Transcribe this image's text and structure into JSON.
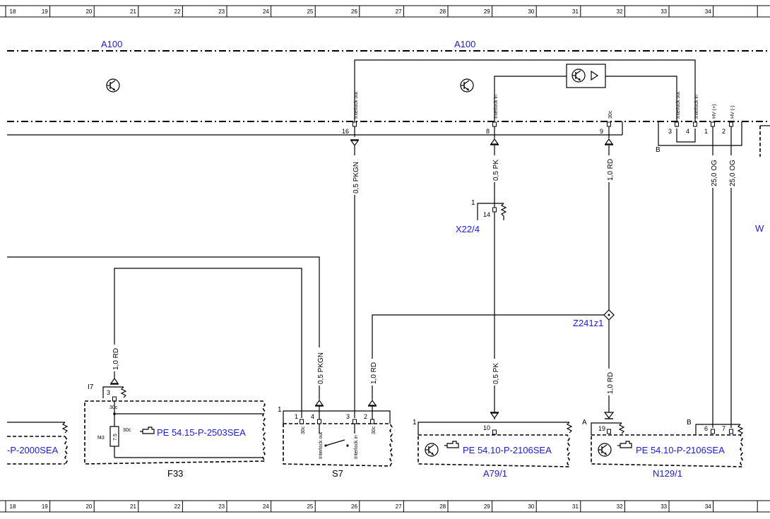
{
  "ruler": {
    "columns": [
      "18",
      "19",
      "20",
      "21",
      "22",
      "23",
      "24",
      "25",
      "26",
      "27",
      "28",
      "29",
      "30",
      "31",
      "32",
      "33",
      "34"
    ]
  },
  "modules": {
    "a100_left": "A100",
    "a100_right": "A100"
  },
  "pins_a100": {
    "p16": "16",
    "p8": "8",
    "p9": "9",
    "p3": "3",
    "p4": "4",
    "p1": "1",
    "p2": "2",
    "conn_b": "B",
    "lbl_interlock_out": "Interlock out",
    "lbl_interlock_in": "Interlock in",
    "lbl_30c": "30c",
    "lbl_interlock_out2": "Interlock out",
    "lbl_interlock_in2": "Interlock in",
    "lbl_hv_plus": "HV (+)",
    "lbl_hv_minus": "HV (-)"
  },
  "wires": {
    "w_pkgn_top": "0,5 PKGN",
    "w_pk_top": "0,5 PK",
    "w_rd_top": "1,0 RD",
    "w_og1": "25,0 OG",
    "w_og2": "25,0 OG",
    "w_rd_f33": "1,0 RD",
    "w_pkgn_s7": "0,5 PKGN",
    "w_rd_s7": "1,0 RD",
    "w_pk_a79": "0,5 PK",
    "w_rd_n129": "1,0 RD"
  },
  "x22": {
    "pin1": "1",
    "pin14": "14",
    "name": "X22/4"
  },
  "splice": {
    "name": "Z241z1"
  },
  "f33": {
    "conn": "I7",
    "pin3": "3",
    "lbl_30c_top": "30c",
    "lbl_30c_right": "30c",
    "fuse_id": "f43",
    "fuse_val": "7.5",
    "ref": "PE 54.15-P-2503SEA",
    "name": "F33"
  },
  "left_ref": "-P-2000SEA",
  "s7": {
    "conn": "1",
    "pin1": "1",
    "pin4": "4",
    "pin3": "3",
    "pin2": "2",
    "lbl_30c_a": "30c",
    "lbl_interlock_out": "Interlock out",
    "lbl_interlock_in": "Interlock in",
    "lbl_30c_b": "30c",
    "name": "S7"
  },
  "a79": {
    "conn": "1",
    "pin10": "10",
    "ref": "PE 54.10-P-2106SEA",
    "name": "A79/1"
  },
  "n129": {
    "conn": "A",
    "conn_b": "B",
    "pin19": "19",
    "pin6": "6",
    "pin7": "7",
    "ref": "PE 54.10-P-2106SEA",
    "name": "N129/1"
  },
  "right_edge": {
    "partial_w": "W"
  }
}
